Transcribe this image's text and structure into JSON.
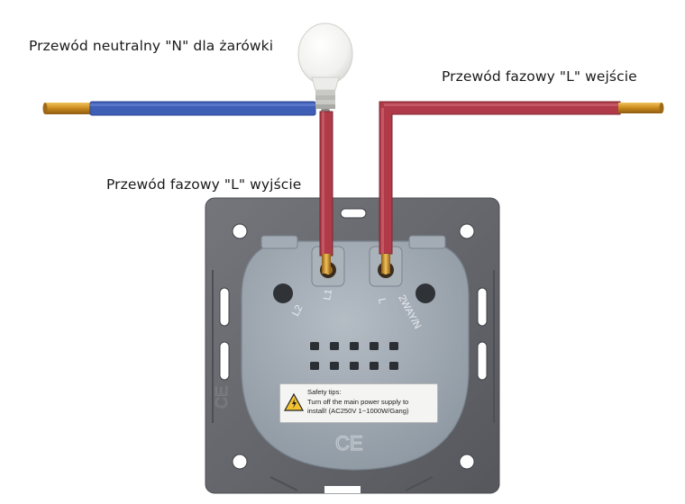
{
  "labels": {
    "neutral": "Przewód neutralny \"N\" dla żarówki",
    "phase_in": "Przewód fazowy \"L\" wejście",
    "phase_out": "Przewód fazowy \"L\" wyjście"
  },
  "terminals": {
    "l2": "L2",
    "l1": "L1",
    "l": "L",
    "twoway": "2WAY/N"
  },
  "sticker": {
    "line1": "Safety tips:",
    "line2": "Turn off the main power supply to",
    "line3": "install! (AC250V  1~1000W/Gang)"
  },
  "marks": {
    "ce": "CE"
  },
  "colors": {
    "neutral_wire": "#3f5fb7",
    "phase_wire": "#b03a48",
    "copper": "#d49a2a",
    "frame": "#65676d",
    "module": "#9aa4ae"
  }
}
